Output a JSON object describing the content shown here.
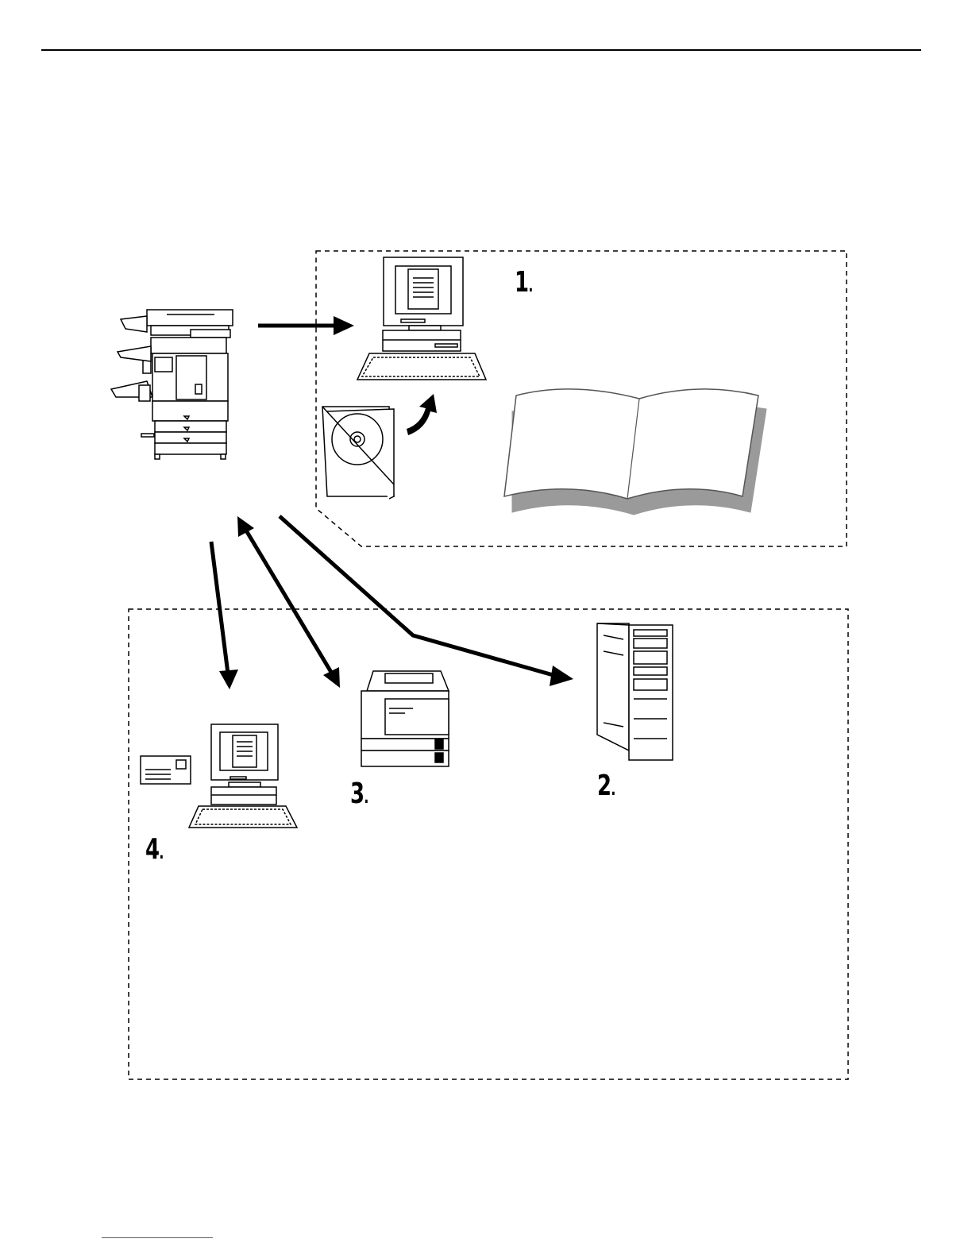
{
  "steps": [
    {
      "number": "1",
      "suffix": "."
    },
    {
      "number": "2",
      "suffix": "."
    },
    {
      "number": "3",
      "suffix": "."
    },
    {
      "number": "4",
      "suffix": "."
    }
  ],
  "colors": {
    "ink": "#000000",
    "book_shadow": "#9a9a9a",
    "link_underline": "#3b5bd6"
  },
  "icons": [
    "multifunction-copier-icon",
    "desktop-computer-icon",
    "cd-rom-icon",
    "open-manual-icon",
    "tower-server-icon",
    "laser-printer-icon",
    "email-envelope-icon"
  ]
}
